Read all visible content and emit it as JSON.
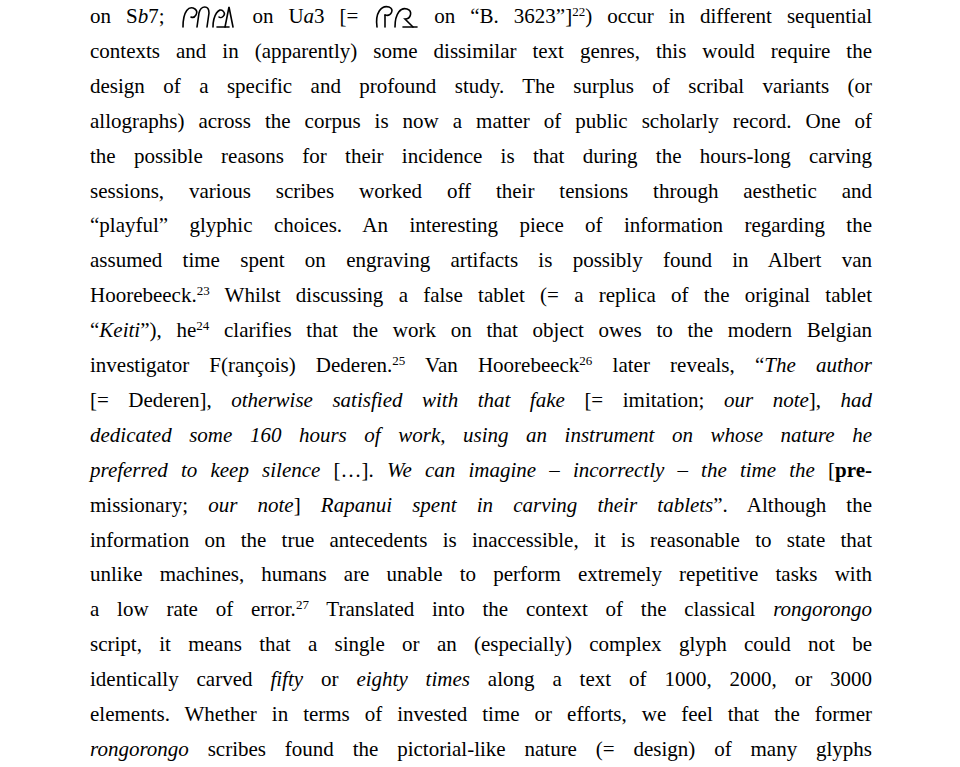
{
  "diagram": {
    "labels": [
      "on",
      "S",
      "b",
      "7;",
      "on",
      "U",
      "a",
      "3",
      "[=",
      "on",
      "“B. 3623”]",
      "22",
      ")",
      "occur in different sequential",
      "contexts and in (apparently) some dissimilar text genres, this would require the",
      "design of a specific and profound study. The surplus of scribal variants (or",
      "allographs) across the corpus is now a matter of public scholarly record. One of",
      "the possible reasons for their incidence is that during the hours-long carving",
      "sessions, various scribes worked off their tensions through aesthetic and",
      "“playful” glyphic choices. An interesting piece of information regarding the",
      "assumed time spent on engraving artifacts is possibly found in Albert van",
      "Hoorebeeck.",
      "23",
      "Whilst discussing a false tablet (= a replica of the original tablet",
      "“",
      "Keiti",
      "”), he",
      "24",
      "clarifies that the work on that object owes to the modern Belgian",
      "investigator F(rançois) Dederen.",
      "25",
      "Van Hoorebeeck",
      "26",
      "later reveals, “",
      "The author",
      "[= Dederen],",
      "otherwise satisfied with that fake",
      "[= imitation;",
      "our note",
      "],",
      "had",
      "dedicated some 160 hours of work, using an instrument on whose nature he",
      "preferred to keep silence",
      "[…].",
      "We can imagine – incorrectly – the time the",
      "[",
      "pre-",
      "missionary;",
      "our note",
      "]",
      "Rapanui spent in carving their tablets",
      "”. Although the",
      "information on the true antecedents is inaccessible, it is reasonable to state that",
      "unlike machines, humans are unable to perform extremely repetitive tasks with",
      "a low rate of error.",
      "27",
      "Translated into the context of the classical",
      "rongorongo",
      "script, it means that a single or an (especially) complex glyph could not be",
      "identically carved",
      "fifty",
      "or",
      "eighty times",
      "along a text of 1000, 2000, or 3000",
      "elements. Whether in terms of invested time or efforts, we feel that the former",
      "rongorongo",
      "scribes found the pictorial-like nature (= design) of many glyphs"
    ]
  }
}
